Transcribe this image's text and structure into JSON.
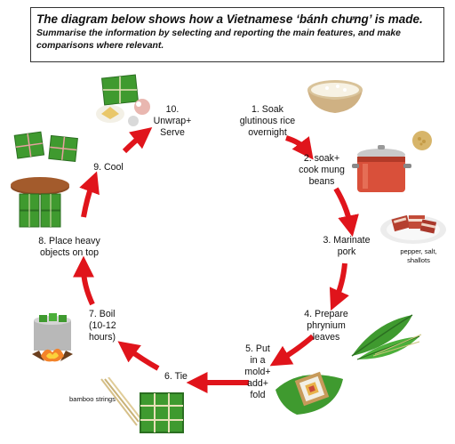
{
  "task": {
    "title": "The diagram below shows how a Vietnamese ‘bánh chưng’ is made.",
    "instructions": "Summarise the information by selecting and reporting the main features, and make comparisons where relevant."
  },
  "steps": [
    {
      "id": 1,
      "label": "1. Soak\nglutinous rice\novernight",
      "icon": "rice-bowl-icon"
    },
    {
      "id": 2,
      "label": "2. soak+\ncook mung\nbeans",
      "icon": "cooking-pot-icon"
    },
    {
      "id": 3,
      "label": "3. Marinate\npork",
      "icon": "pork-plate-icon"
    },
    {
      "id": 4,
      "label": "4. Prepare\nphrynium\nleaves",
      "icon": "leaves-icon"
    },
    {
      "id": 5,
      "label": "5. Put\nin a\nmold+\nadd+\nfold",
      "icon": "mold-icon"
    },
    {
      "id": 6,
      "label": "6. Tie",
      "icon": "tied-cake-icon"
    },
    {
      "id": 7,
      "label": "7. Boil\n(10-12\nhours)",
      "icon": "boiling-pot-icon"
    },
    {
      "id": 8,
      "label": "8. Place heavy\nobjects on top",
      "icon": "pressed-cakes-icon"
    },
    {
      "id": 9,
      "label": "9. Cool",
      "icon": "cakes-icon"
    },
    {
      "id": 10,
      "label": "10.\nUnwrap+\nServe",
      "icon": "served-cake-icon"
    }
  ],
  "notes": {
    "pork": "pepper, salt,\nshallots",
    "tie": "bamboo strings"
  },
  "colors": {
    "arrow": "#e0141b",
    "leaf": "#3f9a2f",
    "leaf_dark": "#2b6e21",
    "pot": "#d9503a"
  }
}
